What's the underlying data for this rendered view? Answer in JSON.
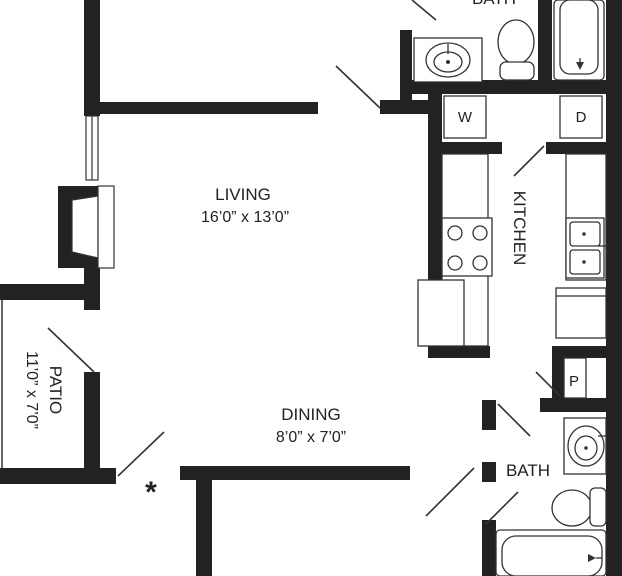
{
  "rooms": {
    "living": {
      "name": "LIVING",
      "size": "16’0” x 13’0”"
    },
    "dining": {
      "name": "DINING",
      "size": "8’0” x 7’0”"
    },
    "patio": {
      "name": "PATIO",
      "size": "11’0” x 7’0”"
    },
    "kitchen": {
      "name": "KITCHEN"
    },
    "bath_top": {
      "name": "BATH"
    },
    "bath_bottom": {
      "name": "BATH"
    }
  },
  "appliances": {
    "washer": "W",
    "dryer": "D",
    "pantry": "P"
  },
  "marker": "*",
  "colors": {
    "wall": "#222222",
    "background": "#ffffff"
  }
}
